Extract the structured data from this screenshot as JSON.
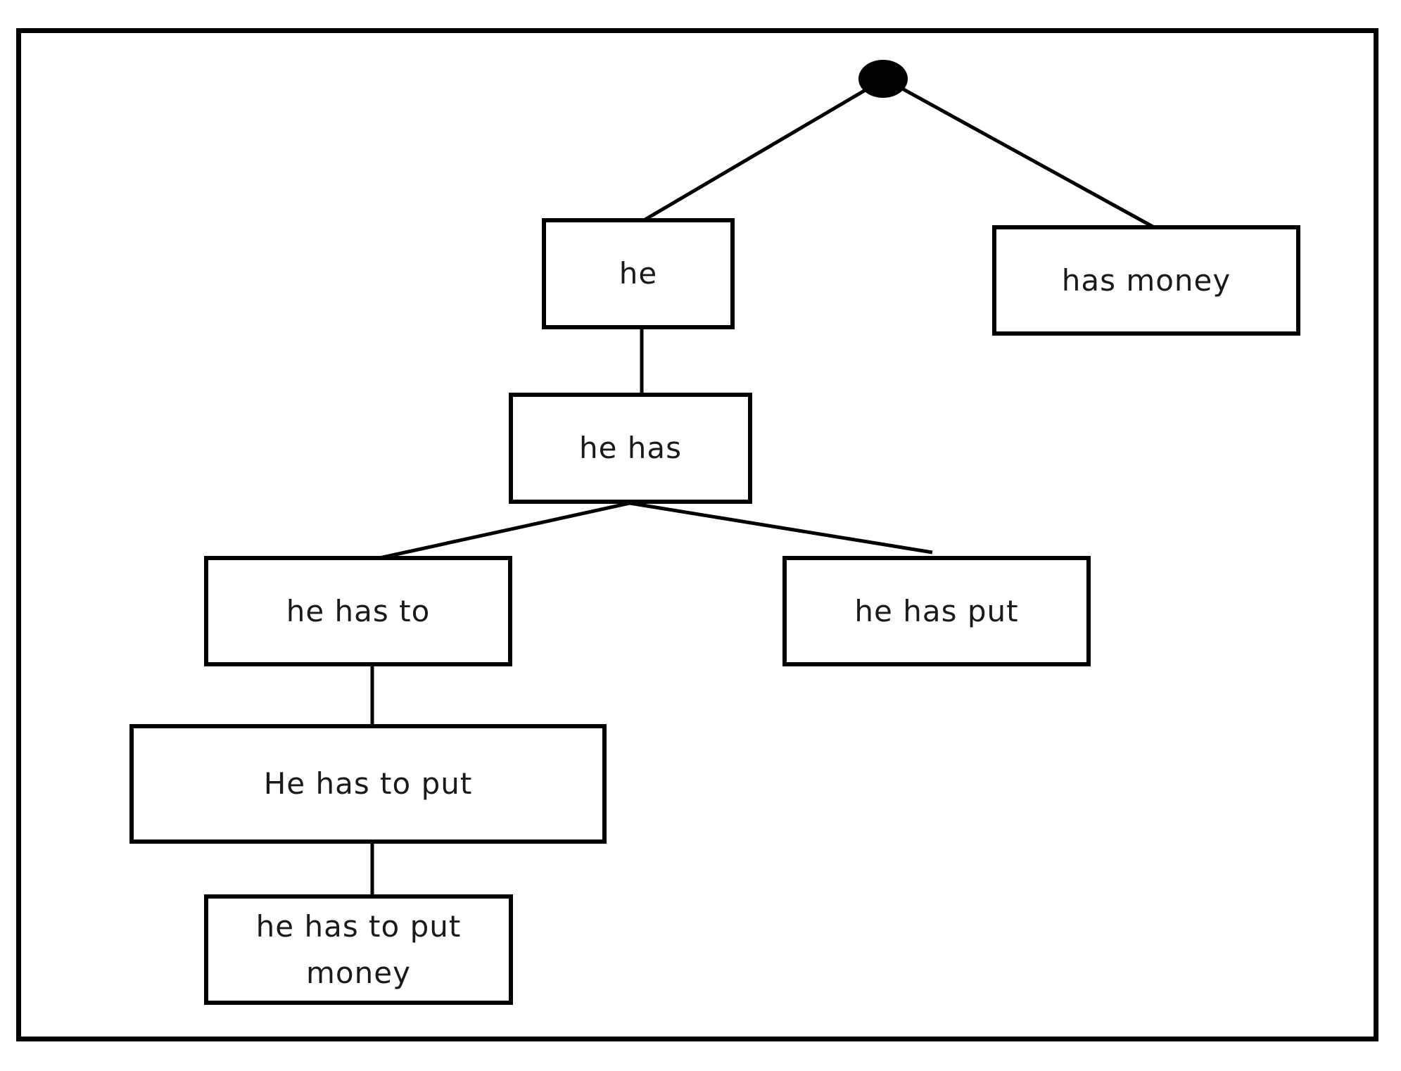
{
  "diagram": {
    "nodes": {
      "he": "he",
      "has_money": "has money",
      "he_has": "he has",
      "he_has_to": "he has to",
      "he_has_put": "he has put",
      "he_has_to_put": "He has to put",
      "he_has_to_put_money": "he has to put\nmoney"
    },
    "edges": [
      [
        "root",
        "he"
      ],
      [
        "root",
        "has_money"
      ],
      [
        "he",
        "he_has"
      ],
      [
        "he_has",
        "he_has_to"
      ],
      [
        "he_has",
        "he_has_put"
      ],
      [
        "he_has_to",
        "he_has_to_put"
      ],
      [
        "he_has_to_put",
        "he_has_to_put_money"
      ]
    ],
    "colors": {
      "stroke": "#000000",
      "text": "#1a1a1a",
      "background": "#ffffff"
    }
  }
}
